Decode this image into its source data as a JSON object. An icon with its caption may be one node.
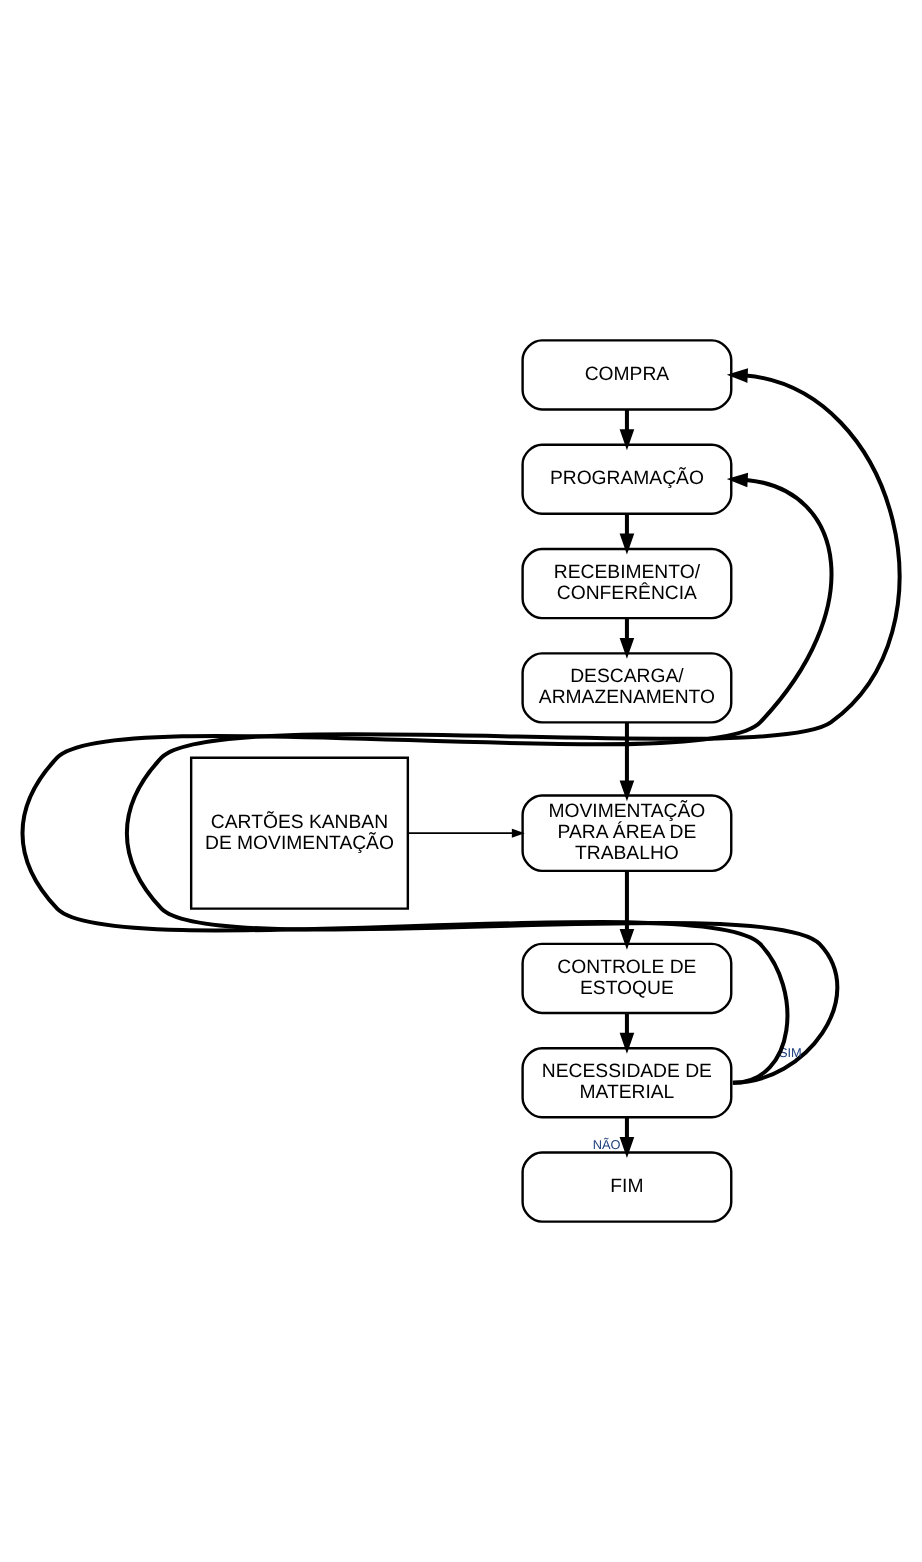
{
  "diagram": {
    "nodes": [
      {
        "text": [
          "COMPRA"
        ]
      },
      {
        "text": [
          "PROGRAMAÇÃO"
        ]
      },
      {
        "text": [
          "RECEBIMENTO/ CONFERÊNCIA"
        ]
      },
      {
        "text": [
          "DESCARGA/ ARMAZENAMENTO"
        ]
      },
      {
        "text": [
          "MOVIMENTAÇÃO PARA ÁREA DE TRABALHO"
        ]
      },
      {
        "text": [
          "CONTROLE DE ESTOQUE"
        ]
      },
      {
        "text": [
          "NECESSIDADE DE MATERIAL"
        ]
      },
      {
        "text": [
          "FIM"
        ]
      },
      {
        "text": [
          "CARTÕES KANBAN DE MOVIMENTAÇÃO"
        ]
      }
    ],
    "edges": [
      {
        "from": 0,
        "to": 1,
        "arrow": "to"
      },
      {
        "from": 1,
        "to": 2,
        "arrow": "to"
      },
      {
        "from": 2,
        "to": 3,
        "arrow": "to"
      },
      {
        "from": 3,
        "to": 4,
        "arrow": "to"
      },
      {
        "from": 4,
        "to": 5,
        "arrow": "to"
      },
      {
        "from": 5,
        "to": 6,
        "arrow": "to"
      },
      {
        "from": 6,
        "to": 7,
        "arrow": "to",
        "label": "NÃO"
      },
      {
        "from": 6,
        "to": 0,
        "arrow": "to",
        "label": "SIM"
      },
      {
        "from": 6,
        "to": 1,
        "arrow": "to"
      },
      {
        "from": 8,
        "to": 4,
        "arrow": "to"
      }
    ]
  }
}
